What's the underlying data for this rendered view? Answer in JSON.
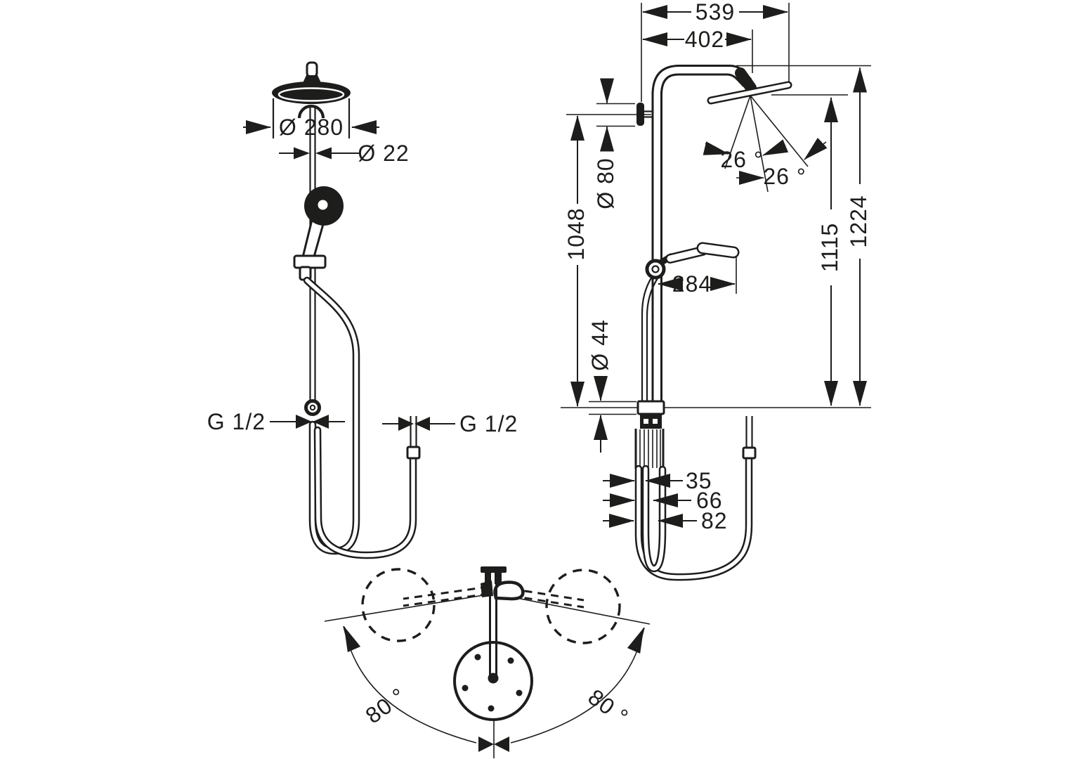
{
  "drawing": {
    "title": "shower-system-dimension-drawing",
    "line_color": "#1d1d1b",
    "background": "#ffffff",
    "front_view": {
      "head_diameter": "Ø 280",
      "pipe_diameter": "Ø 22",
      "inlet_thread": "G 1/2",
      "hose_thread": "G 1/2"
    },
    "side_view": {
      "overall_projection": "539",
      "arm_projection": "402",
      "escutcheon_diameter": "Ø 80",
      "bracket_height": "1048",
      "spray_angle_inner": "26 °",
      "spray_angle_outer": "26 °",
      "head_height": "1115",
      "total_height": "1224",
      "hand_shower_projection": "284",
      "connector_diameter": "Ø 44",
      "hose_offset_1": "35",
      "hose_offset_2": "66",
      "hose_offset_3": "82"
    },
    "top_view": {
      "swivel_angle_left": "80 °",
      "swivel_angle_right": "80 °"
    }
  }
}
